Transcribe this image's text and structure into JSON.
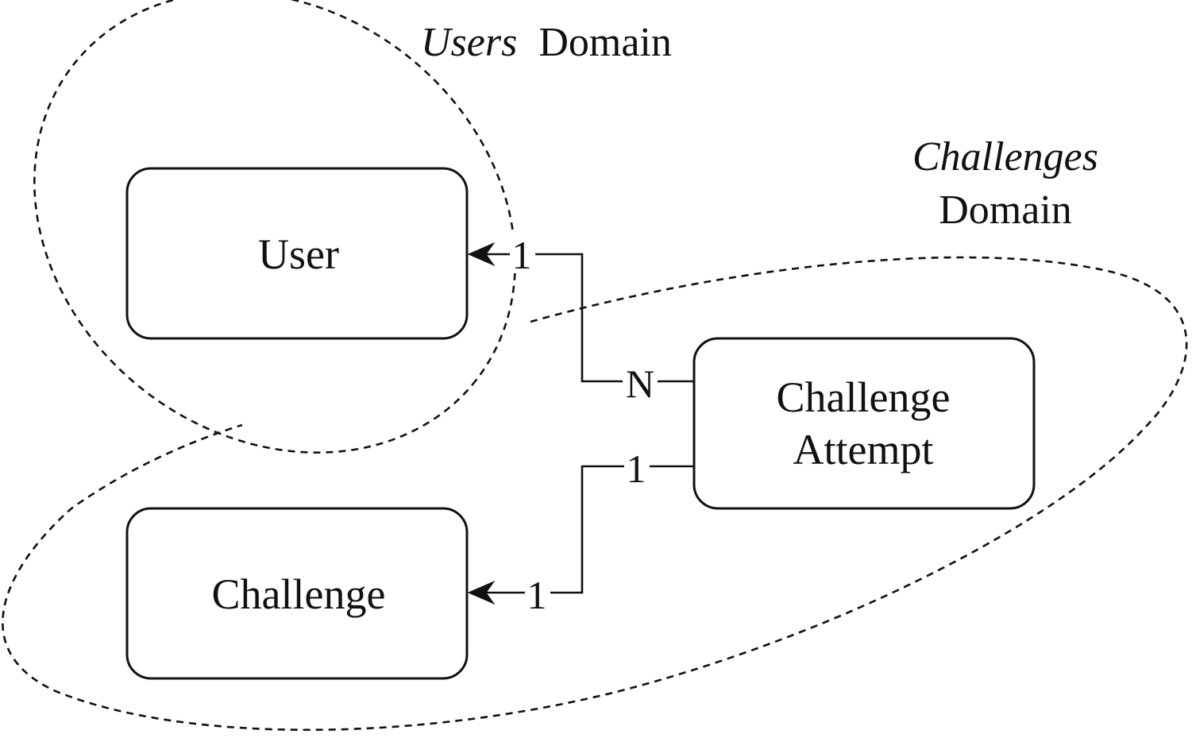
{
  "domains": {
    "users": {
      "name_italic": "Users",
      "name_suffix": "Domain"
    },
    "challenges": {
      "name_italic": "Challenges",
      "name_suffix": "Domain"
    }
  },
  "entities": {
    "user": {
      "label": "User"
    },
    "challenge": {
      "label": "Challenge"
    },
    "challenge_attempt": {
      "label_line1": "Challenge",
      "label_line2": "Attempt"
    }
  },
  "relationships": {
    "attempt_to_user": {
      "source_cardinality": "N",
      "target_cardinality": "1"
    },
    "attempt_to_challenge": {
      "source_cardinality": "1",
      "target_cardinality": "1"
    }
  },
  "colors": {
    "stroke": "#111111",
    "background": "#ffffff"
  }
}
